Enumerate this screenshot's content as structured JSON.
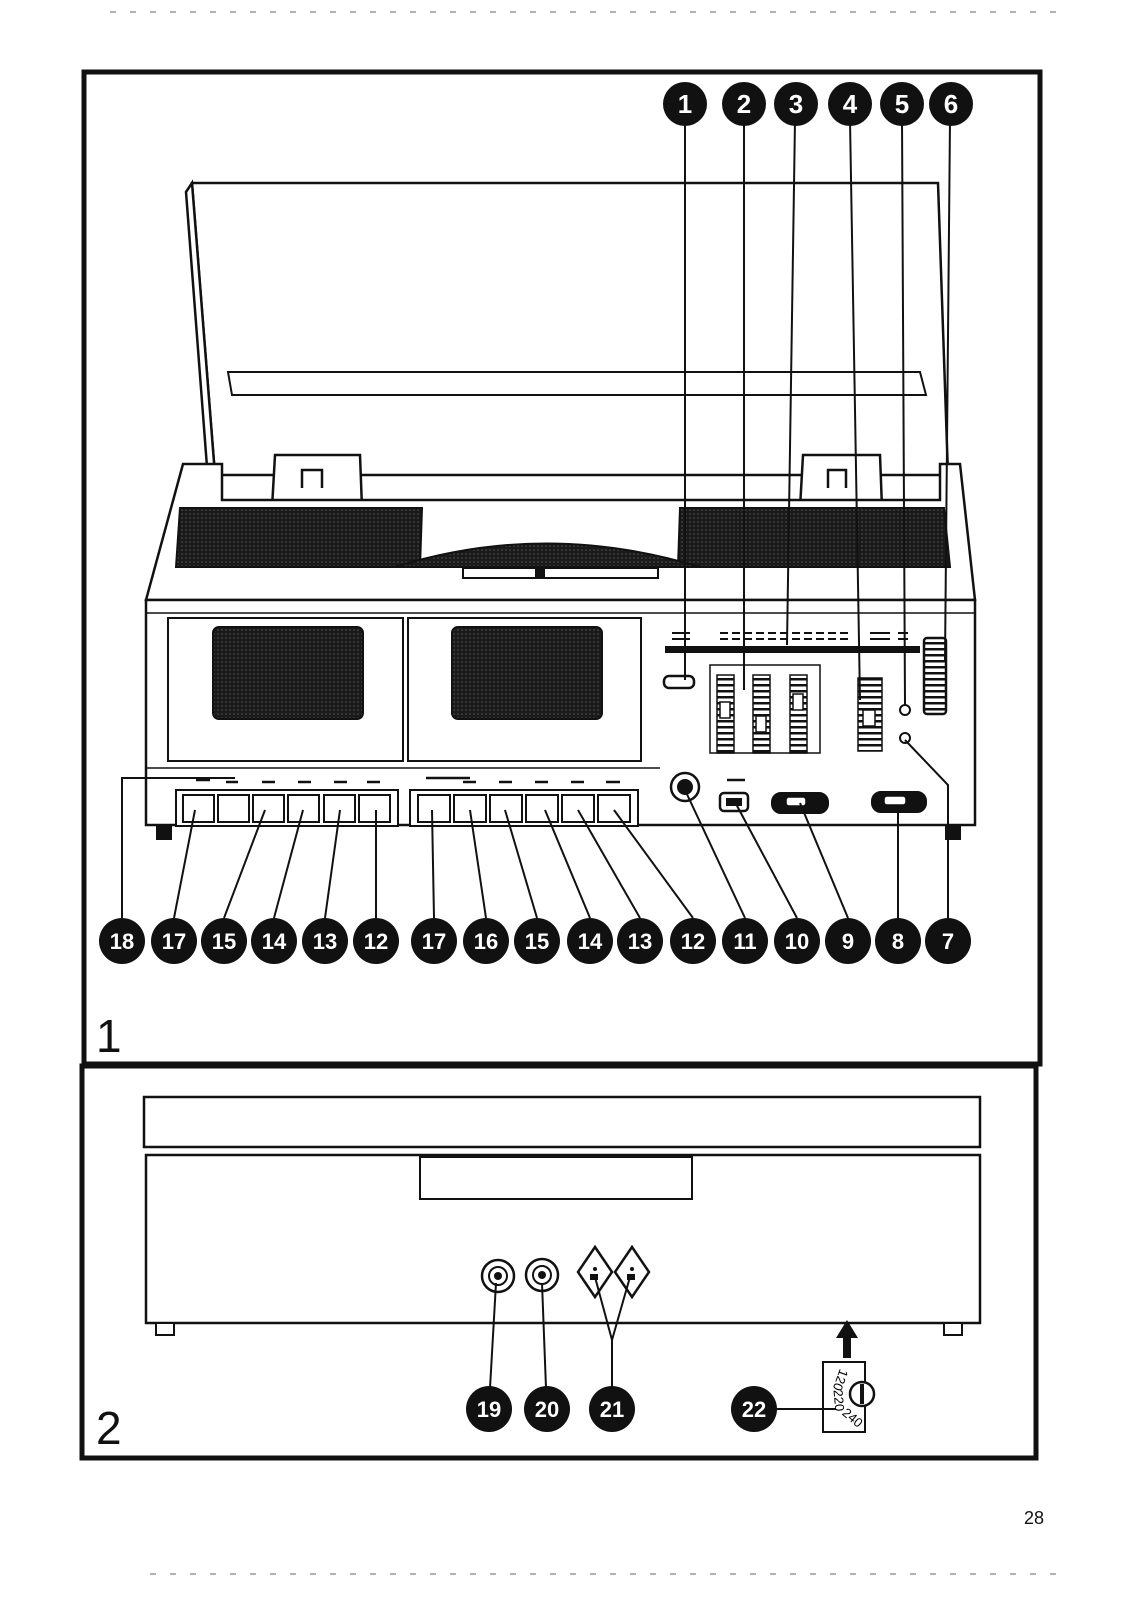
{
  "page": {
    "page_number": "28"
  },
  "panel1": {
    "label": "1",
    "top_callouts": [
      "1",
      "2",
      "3",
      "4",
      "5",
      "6"
    ],
    "bottom_callouts": [
      "18",
      "17",
      "15",
      "14",
      "13",
      "12",
      "17",
      "16",
      "15",
      "14",
      "13",
      "12",
      "11",
      "10",
      "9",
      "8",
      "7"
    ]
  },
  "panel2": {
    "label": "2",
    "callouts": [
      "19",
      "20",
      "21",
      "22"
    ],
    "voltage_selector": [
      "120",
      "220",
      "240"
    ]
  }
}
